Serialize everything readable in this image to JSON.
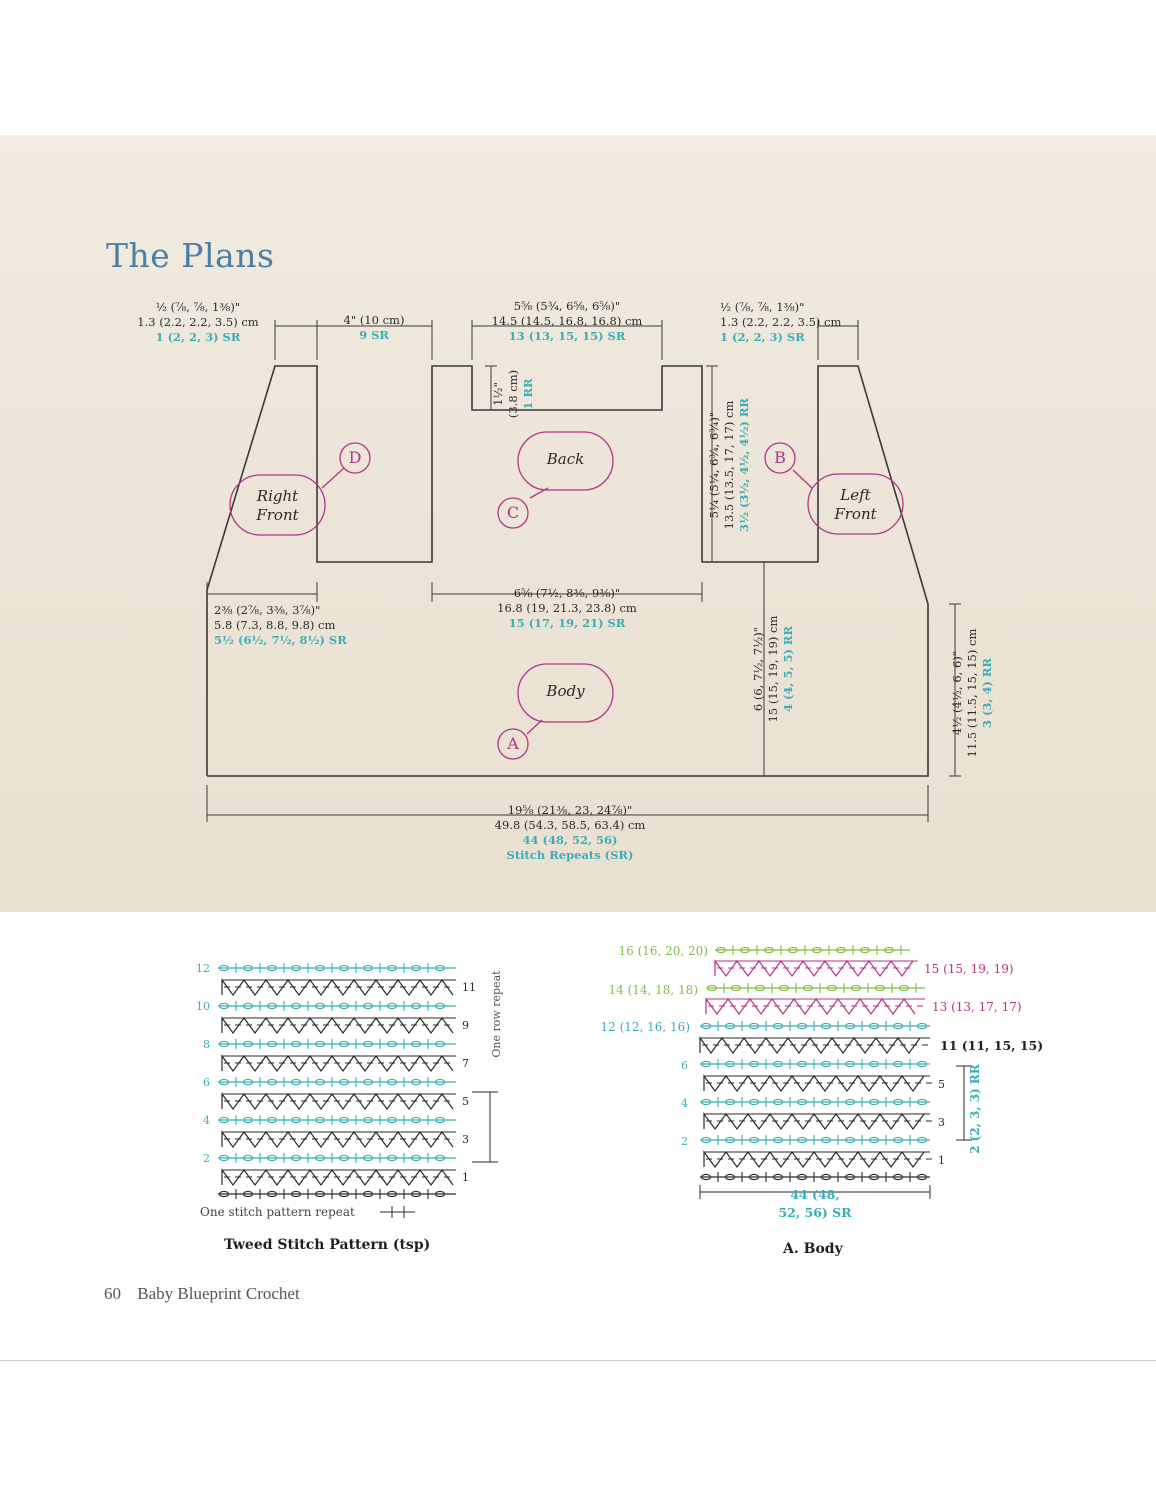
{
  "page": {
    "title": "The Plans",
    "page_number": "60",
    "book_title": "Baby Blueprint Crochet"
  },
  "schematic": {
    "top_left": {
      "in": "½ (⅞, ⅞, 1⅜)\"",
      "cm": "1.3 (2.2, 2.2, 3.5) cm",
      "sr": "1 (2, 2, 3) SR"
    },
    "armhole": {
      "in": "4\" (10 cm)",
      "sr": "9 SR"
    },
    "back_neck": {
      "in": "5⅝ (5¾, 6⅝, 6⅝)\"",
      "cm": "14.5 (14.5, 16.8, 16.8) cm",
      "sr": "13 (13, 15, 15) SR"
    },
    "top_right": {
      "in": "½ (⅞, ⅞, 1⅜)\"",
      "cm": "1.3 (2.2, 2.2, 3.5) cm",
      "sr": "1 (2, 2, 3) SR"
    },
    "neck_depth": {
      "in": "1½\"",
      "cm": "(3.8 cm)",
      "rr": "1 RR"
    },
    "back_height": {
      "in": "5¼ (5¼, 6¾, 6¾)\"",
      "cm": "13.5 (13.5, 17, 17) cm",
      "rr": "3½ (3½, 4½, 4½) RR"
    },
    "front_bottom": {
      "in": "2⅜ (2⅞, 3⅜, 3⅞)\"",
      "cm": "5.8 (7.3, 8.8, 9.8) cm",
      "sr": "5½ (6½, 7½, 8½) SR"
    },
    "back_width": {
      "in": "6⅝ (7½, 8⅜, 9⅜)\"",
      "cm": "16.8 (19, 21.3, 23.8) cm",
      "sr": "15 (17, 19, 21) SR"
    },
    "body_height": {
      "in": "6 (6, 7½, 7½)\"",
      "cm": "15 (15, 19, 19) cm",
      "rr": "4 (4, 5, 5) RR"
    },
    "side_height": {
      "in": "4½ (4½, 6, 6)\"",
      "cm": "11.5 (11.5, 15, 15) cm",
      "rr": "3 (3, 4) RR"
    },
    "body_width": {
      "in": "19⅝ (21⅜, 23, 24⅞)\"",
      "cm": "49.8 (54.3, 58.5, 63.4) cm",
      "sr": "44 (48, 52, 56)",
      "sr_label": "Stitch Repeats (SR)"
    },
    "pieces": {
      "right_front": [
        "Right",
        "Front"
      ],
      "left_front": [
        "Left",
        "Front"
      ],
      "back": "Back",
      "body": "Body"
    },
    "markers": {
      "a": "A",
      "b": "B",
      "c": "C",
      "d": "D"
    }
  },
  "chart_tsp": {
    "caption": "Tweed Stitch Pattern (tsp)",
    "left_rows": [
      "12",
      "10",
      "8",
      "6",
      "4",
      "2"
    ],
    "right_rows": [
      "11",
      "9",
      "7",
      "5",
      "3",
      "1"
    ],
    "row_repeat": "One row repeat",
    "stitch_repeat": "One stitch pattern repeat"
  },
  "chart_body": {
    "caption": "A. Body",
    "green_rows": [
      "16 (16, 20, 20)",
      "14 (14, 18, 18)"
    ],
    "pink_rows": [
      "15 (15, 19, 19)",
      "13 (13, 17, 17)"
    ],
    "row_12": "12 (12, 16, 16)",
    "row_11": "11 (11, 15, 15)",
    "left_rows": [
      "6",
      "4",
      "2"
    ],
    "right_rows": [
      "5",
      "3",
      "1"
    ],
    "row_repeat": "2 (2, 3, 3) RR",
    "width_sr_1": "44 (48,",
    "width_sr_2": "52, 56) SR"
  }
}
